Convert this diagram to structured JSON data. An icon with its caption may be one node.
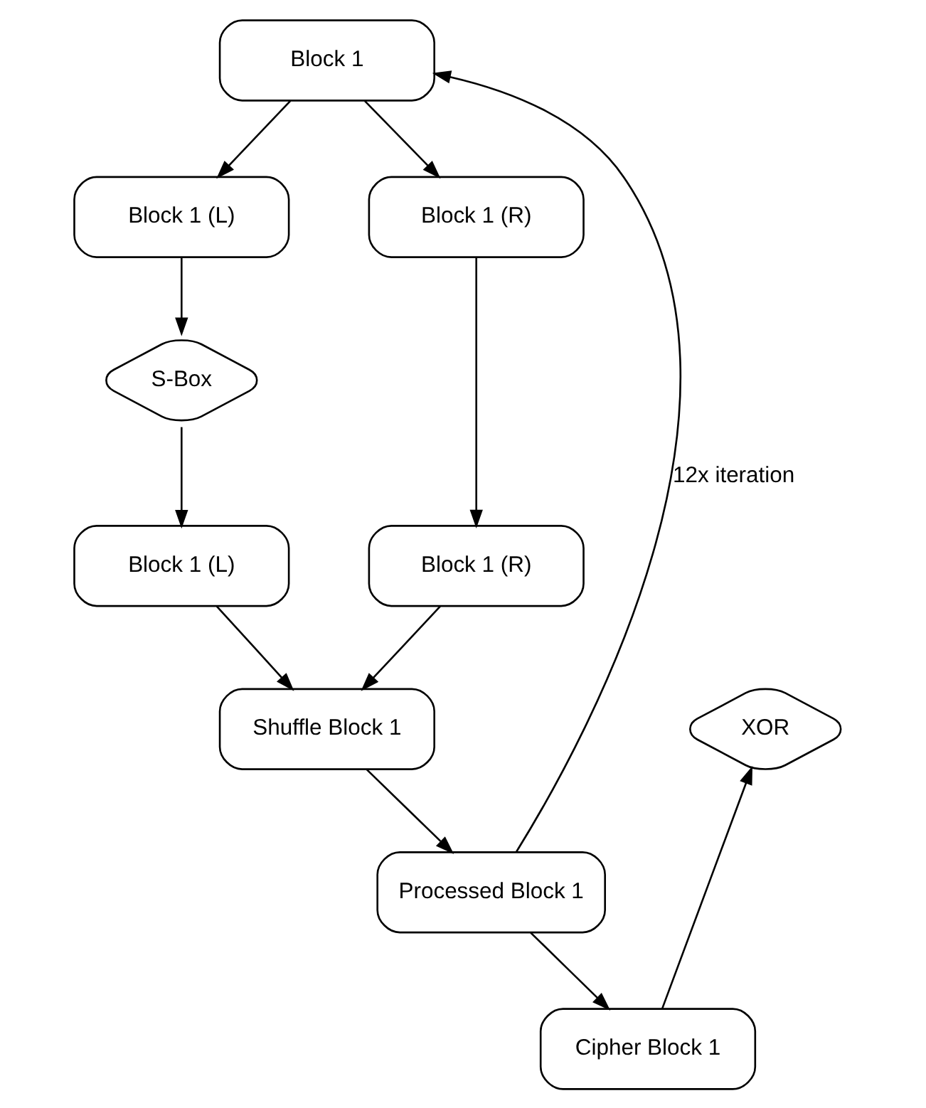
{
  "diagram": {
    "nodes": [
      {
        "text": [
          "Block 1"
        ]
      },
      {
        "text": [
          "Block 1 (L)"
        ]
      },
      {
        "text": [
          "Block 1 (R)"
        ]
      },
      {
        "text": [
          "S-Box"
        ]
      },
      {
        "text": [
          "Block 1 (R)"
        ]
      },
      {
        "text": [
          "Block 1 (L)"
        ]
      },
      {
        "text": [
          "Shuffle Block 1"
        ]
      },
      {
        "text": [
          "Processed Block 1"
        ]
      },
      {
        "text": [
          "Cipher Block 1"
        ]
      },
      {
        "text": [
          "XOR"
        ]
      }
    ],
    "edges": [
      {
        "from": 0,
        "to": 1,
        "arrow": "to"
      },
      {
        "from": 0,
        "to": 2,
        "arrow": "to"
      },
      {
        "from": 1,
        "to": 3,
        "arrow": "to"
      },
      {
        "from": 2,
        "to": 4,
        "arrow": "to"
      },
      {
        "from": 3,
        "to": 5,
        "arrow": "to"
      },
      {
        "from": 4,
        "to": 6,
        "arrow": "to"
      },
      {
        "from": 5,
        "to": 6,
        "arrow": "to"
      },
      {
        "from": 6,
        "to": 7,
        "arrow": "to"
      },
      {
        "from": 7,
        "to": 0,
        "arrow": "to",
        "label": "12x iteration"
      },
      {
        "from": 7,
        "to": 8,
        "arrow": "to"
      },
      {
        "from": 8,
        "to": 9,
        "arrow": "to"
      }
    ]
  }
}
